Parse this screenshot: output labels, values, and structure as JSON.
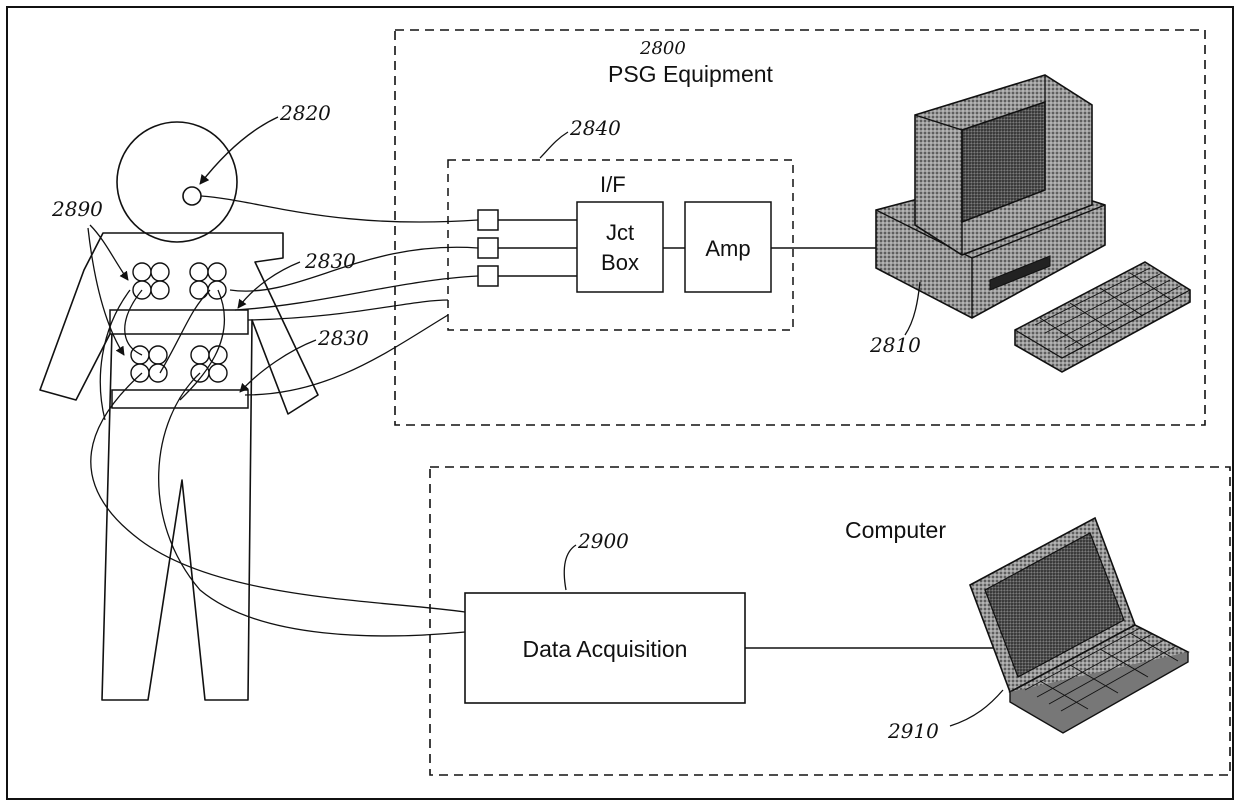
{
  "psg_equipment": {
    "title": "PSG Equipment",
    "ref": "2800",
    "interface": {
      "title": "I/F",
      "ref": "2840"
    },
    "junction_box": {
      "line1": "Jct",
      "line2": "Box"
    },
    "amplifier": {
      "label": "Amp"
    },
    "desktop_computer_ref": "2810"
  },
  "computer_section": {
    "title": "Computer",
    "data_acquisition": {
      "label": "Data Acquisition",
      "ref": "2900"
    },
    "laptop_ref": "2910"
  },
  "subject": {
    "head_sensor_ref": "2820",
    "electrode_ref": "2890",
    "band_upper_ref": "2830",
    "band_lower_ref": "2830"
  },
  "colors": {
    "ink": "#111111",
    "background": "#ffffff",
    "screen_gray": "#6f6f6f"
  }
}
